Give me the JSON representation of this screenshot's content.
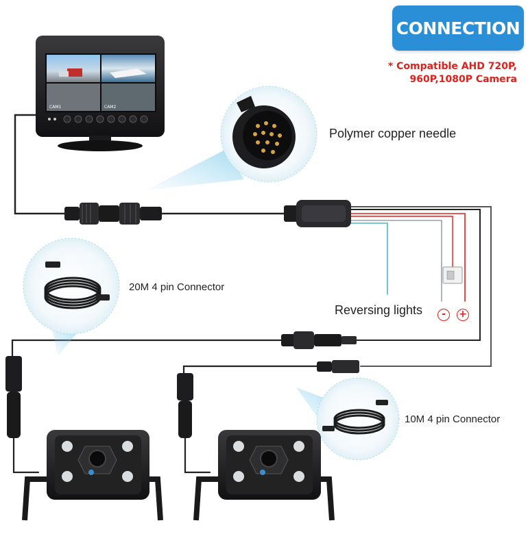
{
  "header": {
    "badge_label": "CONNECTION",
    "compat_line1": "* Compatible AHD 720P,",
    "compat_line2": "960P,1080P Camera"
  },
  "labels": {
    "connector_detail": "Polymer copper needle",
    "long_cable": "20M 4 pin Connector",
    "reversing": "Reversing lights",
    "short_cable": "10M 4 pin Connector",
    "negative": "-",
    "positive": "+"
  },
  "monitor": {
    "channel_labels": [
      "CAM1",
      "CAM2"
    ]
  },
  "colors": {
    "badge": "#2a8fd6",
    "accent_red": "#e0201b",
    "wire_red": "#e0201b",
    "wire_teal": "#4bb8c4",
    "wire_gray": "#9aa0a6",
    "device_black": "#1d1d1f"
  }
}
